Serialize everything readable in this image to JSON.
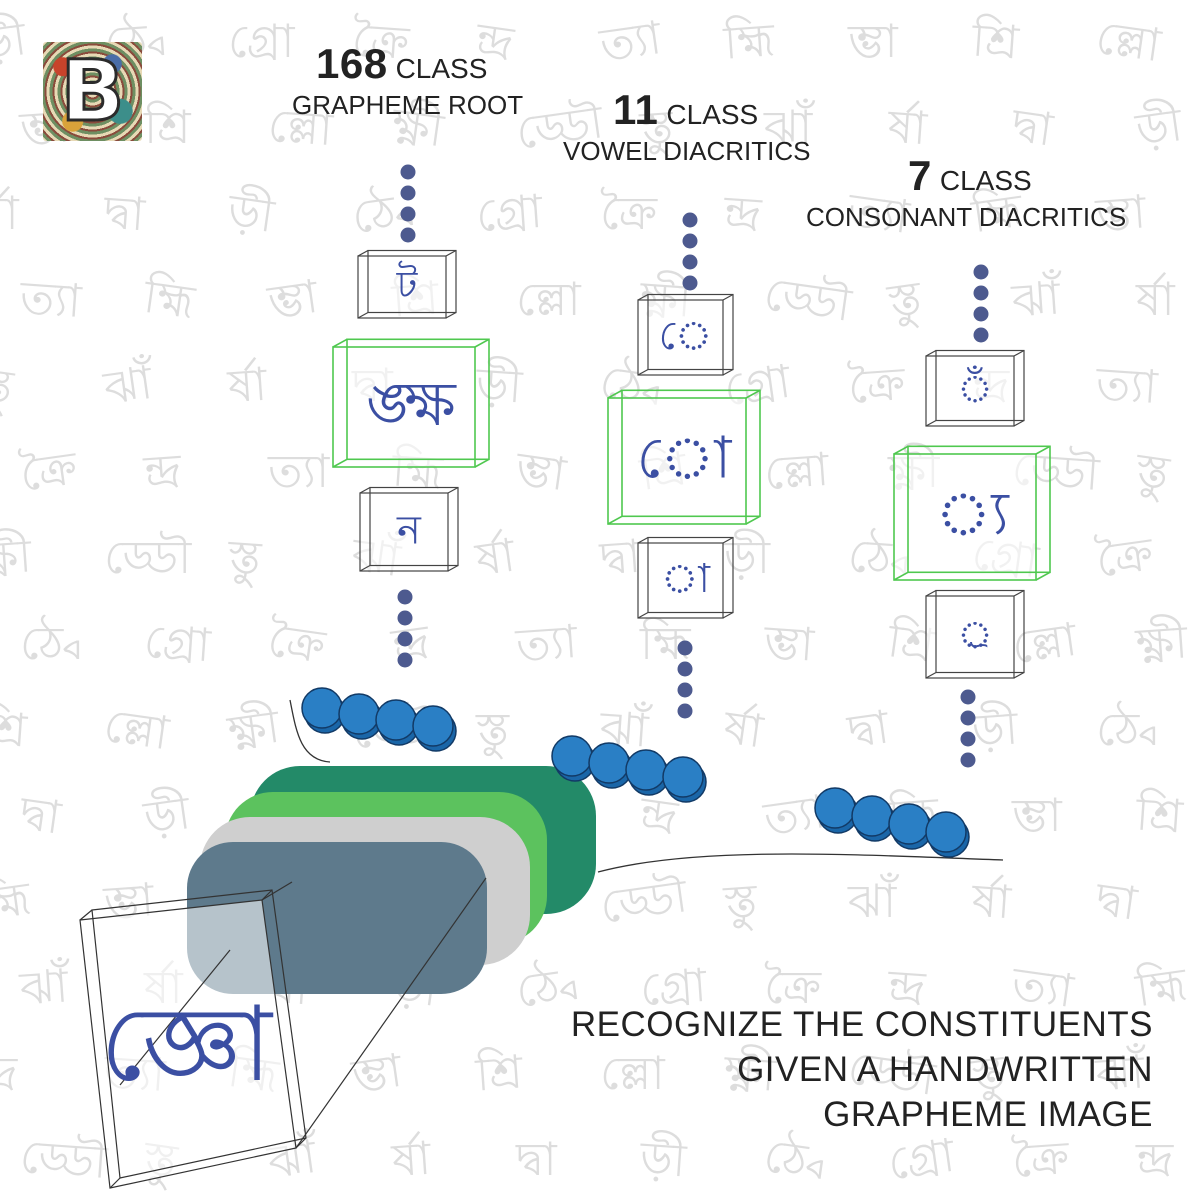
{
  "logo": {
    "letter": "B"
  },
  "heads": [
    {
      "count": "168",
      "unit": "CLASS",
      "name": "GRAPHEME ROOT"
    },
    {
      "count": "11",
      "unit": "CLASS",
      "name": "VOWEL DIACRITICS"
    },
    {
      "count": "7",
      "unit": "CLASS",
      "name": "CONSONANT DIACRITICS"
    }
  ],
  "head_glyphs": {
    "root": [
      "ট",
      "ঙ্ক্ষ",
      "ন"
    ],
    "vowel": [
      "ে",
      "ো",
      "া"
    ],
    "consonant": [
      "ঁ",
      "্য",
      "্র"
    ]
  },
  "input_glyph": "জ্ঞো",
  "caption": {
    "line1": "RECOGNIZE THE CONSTITUENTS",
    "line2": "GIVEN A HANDWRITTEN",
    "line3": "GRAPHEME IMAGE"
  },
  "colors": {
    "dot": "#4d5a8f",
    "disk": "#1a66a8",
    "disk_top": "#2a7fc5",
    "selected_box": "#4fc84f",
    "box": "#444444",
    "glyph": "#3b4fa3",
    "feature_front": "#5e7a8c",
    "feature_gray": "#cfcfcf",
    "feature_green_light": "#5cc25e",
    "feature_green_dark": "#238a68"
  }
}
